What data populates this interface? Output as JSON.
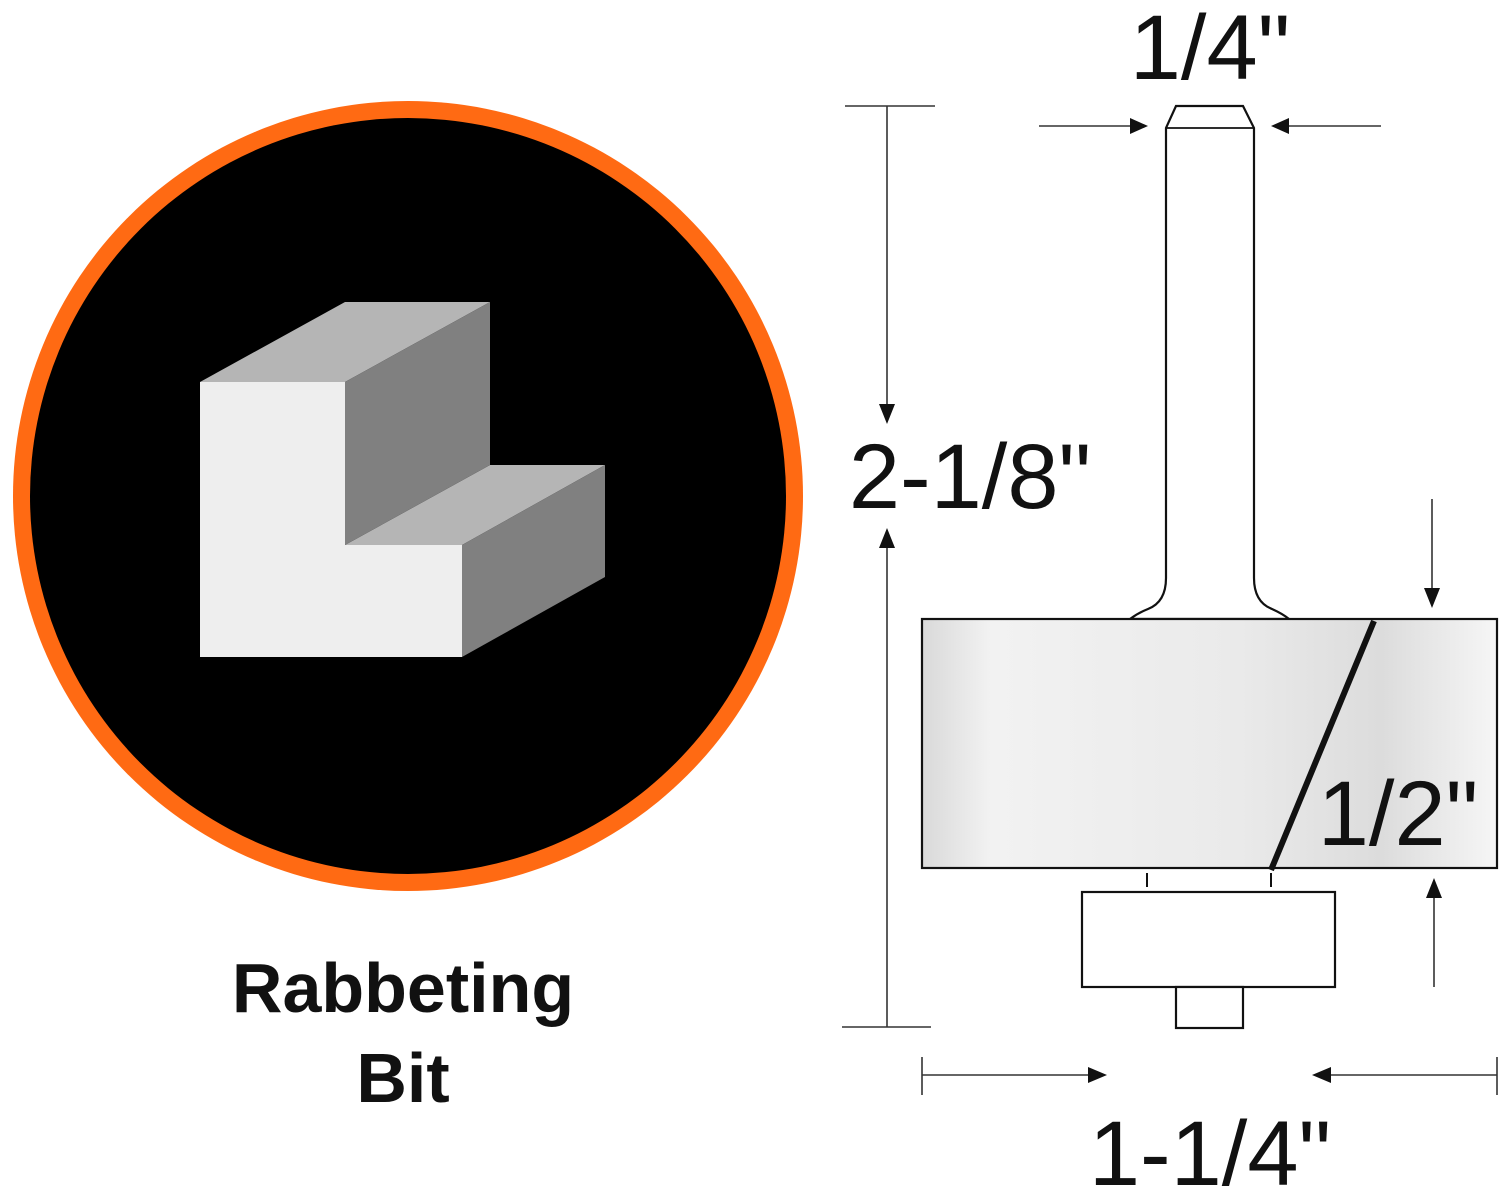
{
  "icon": {
    "name": "rabbet-profile-icon",
    "ring_color": "#FF6A13",
    "disc_color": "#000000",
    "block_colors": {
      "front": "#EEEEEE",
      "top": "#B5B5B5",
      "side": "#808080"
    }
  },
  "caption": {
    "line1": "Rabbeting",
    "line2": "Bit"
  },
  "dimensions": {
    "shank_diameter": "1/4\"",
    "overall_length": "2-1/8\"",
    "cutting_height": "1/2\"",
    "cutting_diameter": "1-1/4\""
  },
  "colors": {
    "line": "#111111",
    "thin_line": "#333333",
    "cutter_light": "#FFFFFF",
    "cutter_mid": "#EDEDED",
    "cutter_dark": "#D6D6D6"
  }
}
